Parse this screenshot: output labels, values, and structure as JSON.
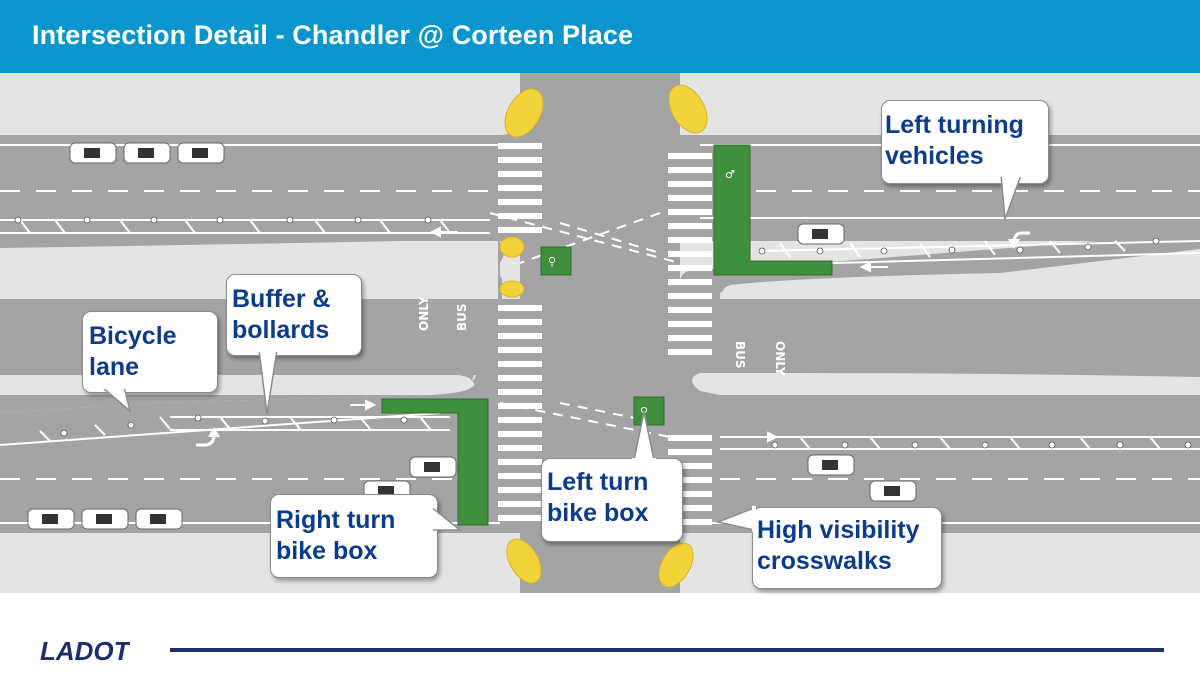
{
  "header": {
    "title": "Intersection Detail - Chandler @ Corteen Place"
  },
  "callouts": {
    "left_turning": {
      "line1": "Left turning",
      "line2": "vehicles"
    },
    "buffer": {
      "line1": "Buffer &",
      "line2": "bollards"
    },
    "bicycle_lane": {
      "line1": "Bicycle",
      "line2": "lane"
    },
    "right_turn_box": {
      "line1": "Right turn",
      "line2": "bike box"
    },
    "left_turn_box": {
      "line1": "Left turn",
      "line2": "bike box"
    },
    "crosswalks": {
      "line1": "High visibility",
      "line2": "crosswalks"
    }
  },
  "pavement": {
    "bus_only_west": {
      "word1": "ONLY",
      "word2": "BUS"
    },
    "bus_only_east": {
      "word1": "BUS",
      "word2": "ONLY"
    }
  },
  "logo": {
    "text": "LADOT"
  },
  "colors": {
    "header": "#0a95cc",
    "road": "#a4a4a4",
    "median": "#e4e4e4",
    "bike_box": "#3f8f3f",
    "curb_bulb": "#f2d43a",
    "callout_text": "#0b3c8c",
    "footer_line": "#1a2f6b"
  }
}
